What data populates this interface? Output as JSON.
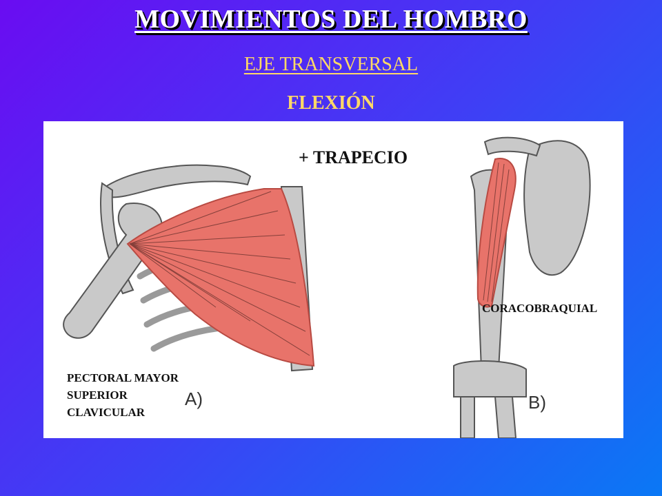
{
  "slide": {
    "title": "MOVIMIENTOS DEL HOMBRO",
    "axis": "EJE TRANSVERSAL",
    "movement": "FLEXIÓN"
  },
  "figure": {
    "extra_muscle": "+ TRAPECIO",
    "muscle_b": "CORACOBRAQUIAL",
    "muscle_a_lines": [
      "PECTORAL MAYOR",
      "SUPERIOR",
      "CLAVICULAR"
    ],
    "panel_a_tag": "A)",
    "panel_b_tag": "B)"
  },
  "colors": {
    "muscle": "#e8736a",
    "bone": "#c9c9c9",
    "title_text": "#ffffff",
    "accent_text": "#ffd966"
  }
}
